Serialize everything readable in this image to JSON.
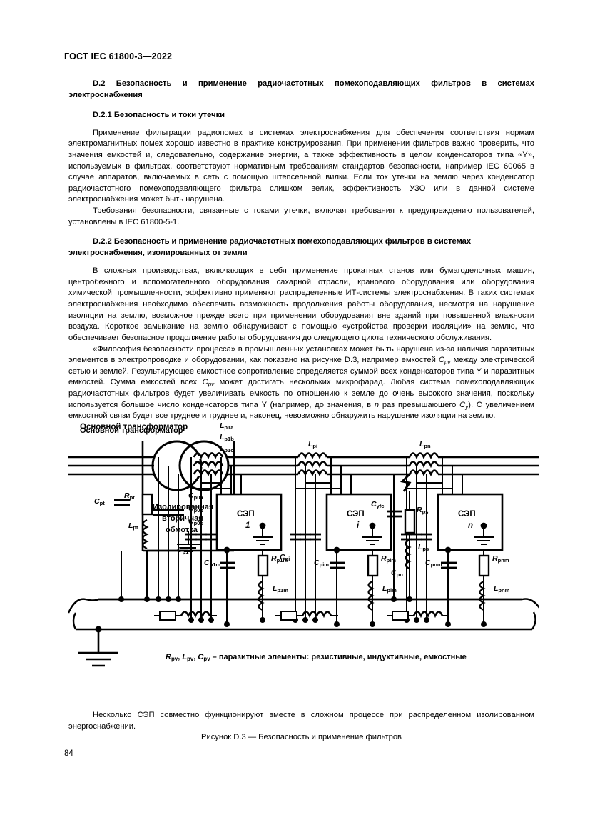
{
  "document": {
    "header": "ГОСТ IEC 61800-3—2022",
    "page_number": "84"
  },
  "sections": [
    {
      "id": "d2",
      "heading": "D.2 Безопасность и применение радиочастотных помехоподавляющих фильтров в системах электроснабжения"
    },
    {
      "id": "d21",
      "heading": "D.2.1 Безопасность и токи утечки",
      "paragraphs": [
        "Применение фильтрации радиопомех в системах электроснабжения для обеспечения соответствия нормам электромагнитных помех хорошо известно в практике конструирования. При применении фильтров важно проверить, что значения емкостей и, следовательно, содержание энергии, а также эффективность в целом конденсаторов типа «Y», используемых в фильтрах, соответствуют нормативным требованиям стандартов безопасности, например IEC 60065 в случае аппаратов, включаемых в сеть с помощью штепсельной вилки. Если ток утечки на землю через конденсатор радиочастотного помехоподавляющего фильтра слишком велик, эффективность УЗО или в данной системе электроснабжения может быть нарушена.",
        "Требования безопасности, связанные с токами утечки, включая требования к предупреждению пользователей, установлены в IEC 61800-5-1."
      ]
    },
    {
      "id": "d22",
      "heading": "D.2.2 Безопасность и применение радиочастотных помехоподавляющих фильтров в системах электроснабжения, изолированных от земли",
      "paragraphs": [
        "В сложных производствах, включающих в себя применение прокатных станов или бумагоделочных машин, центробежного и вспомогательного оборудования сахарной отрасли, кранового оборудования или оборудования химической промышленности, эффективно применяют распределенные ИТ-системы электроснабжения. В таких системах электроснабжения необходимо обеспечить возможность продолжения работы оборудования, несмотря на нарушение изоляции на землю, возможное прежде всего при применении оборудования вне зданий при повышенной влажности воздуха. Короткое замыкание на землю обнаруживают с помощью «устройства проверки изоляции» на землю, что обеспечивает безопасное продолжение работы оборудования до следующего цикла технического обслуживания."
      ],
      "paragraph_rich": {
        "lead": "«Философия безопасности процесса» в промышленных установках может быть нарушена из-за наличия паразитных элементов в электропроводке и оборудовании, как показано на рисунке D.3, например емкостей ",
        "var1": "C",
        "var1_sub": "pv",
        "mid1": " между электрической сетью и землей. Результирующее емкостное сопротивление определяется суммой всех конденсаторов типа Y и паразитных емкостей. Сумма емкостей всех ",
        "var2": "C",
        "var2_sub": "pv",
        "mid2": " может достигать нескольких микрофарад. Любая система помехоподавляющих радиочастотных фильтров будет увеличивать емкость по отношению к земле до очень высокого значения, поскольку используется большое число конденсаторов типа Y (например, до значения, в ",
        "var3": "n",
        "mid3": " раз превышающего ",
        "var4": "C",
        "var4_sub": "y",
        "tail": "). С увеличением емкостной связи будет все труднее и труднее и, наконец, невозможно обнаружить нарушение изоляции на землю."
      }
    }
  ],
  "figure": {
    "title_transformer": "Основной трансформатор",
    "transformer_winding_lines": [
      "Изолированная",
      "вторичная",
      "обмотка"
    ],
    "drive_blocks": [
      {
        "name": "СЭП",
        "index": "1"
      },
      {
        "name": "СЭП",
        "index": "i"
      },
      {
        "name": "СЭП",
        "index": "n"
      }
    ],
    "labels": {
      "Lp1a": {
        "base": "L",
        "sub": "p1a"
      },
      "Lp1b": {
        "base": "L",
        "sub": "p1b"
      },
      "Lp1c": {
        "base": "L",
        "sub": "p1c"
      },
      "Lpi": {
        "base": "L",
        "sub": "pi"
      },
      "Lpn": {
        "base": "L",
        "sub": "pn"
      },
      "Cpt": {
        "base": "C",
        "sub": "pt"
      },
      "Rpt": {
        "base": "R",
        "sub": "pt"
      },
      "Lpt": {
        "base": "L",
        "sub": "pt"
      },
      "Cp0a": {
        "base": "C",
        "sub": "p0a"
      },
      "Cp0b": {
        "base": "C",
        "sub": "p0b"
      },
      "Cp0c": {
        "base": "C",
        "sub": "p0c"
      },
      "Cp1": {
        "base": "C",
        "sub": "p1"
      },
      "Cp1m": {
        "base": "C",
        "sub": "p1m"
      },
      "Rp1m": {
        "base": "R",
        "sub": "p1m"
      },
      "Lp1m": {
        "base": "L",
        "sub": "p1m"
      },
      "Cpi": {
        "base": "C",
        "sub": "pi"
      },
      "Cpim": {
        "base": "C",
        "sub": "pim"
      },
      "Rpim": {
        "base": "R",
        "sub": "pim"
      },
      "Lpim": {
        "base": "L",
        "sub": "pim"
      },
      "Cyfc": {
        "base": "C",
        "sub": "yfc"
      },
      "Rps": {
        "base": "R",
        "sub": "ps"
      },
      "Lps": {
        "base": "L",
        "sub": "ps"
      },
      "Cpn": {
        "base": "C",
        "sub": "pn"
      },
      "Cpnm": {
        "base": "C",
        "sub": "pnm"
      },
      "Rpnm": {
        "base": "R",
        "sub": "pnm"
      },
      "Lpnm": {
        "base": "L",
        "sub": "pnm"
      }
    },
    "legend": {
      "v1": "R",
      "v1s": "pv",
      "v2": "L",
      "v2s": "pv",
      "v3": "C",
      "v3s": "pv",
      "text": " – паразитные элементы: резистивные, индуктивные, емкостные"
    }
  },
  "tail": {
    "paragraph": "Несколько СЭП совместно функционируют вместе в сложном процессе при распределенном изолированном энергоснабжении.",
    "figure_caption": "Рисунок D.3 — Безопасность и применение фильтров"
  },
  "colors": {
    "ink": "#000000",
    "paper": "#ffffff"
  }
}
